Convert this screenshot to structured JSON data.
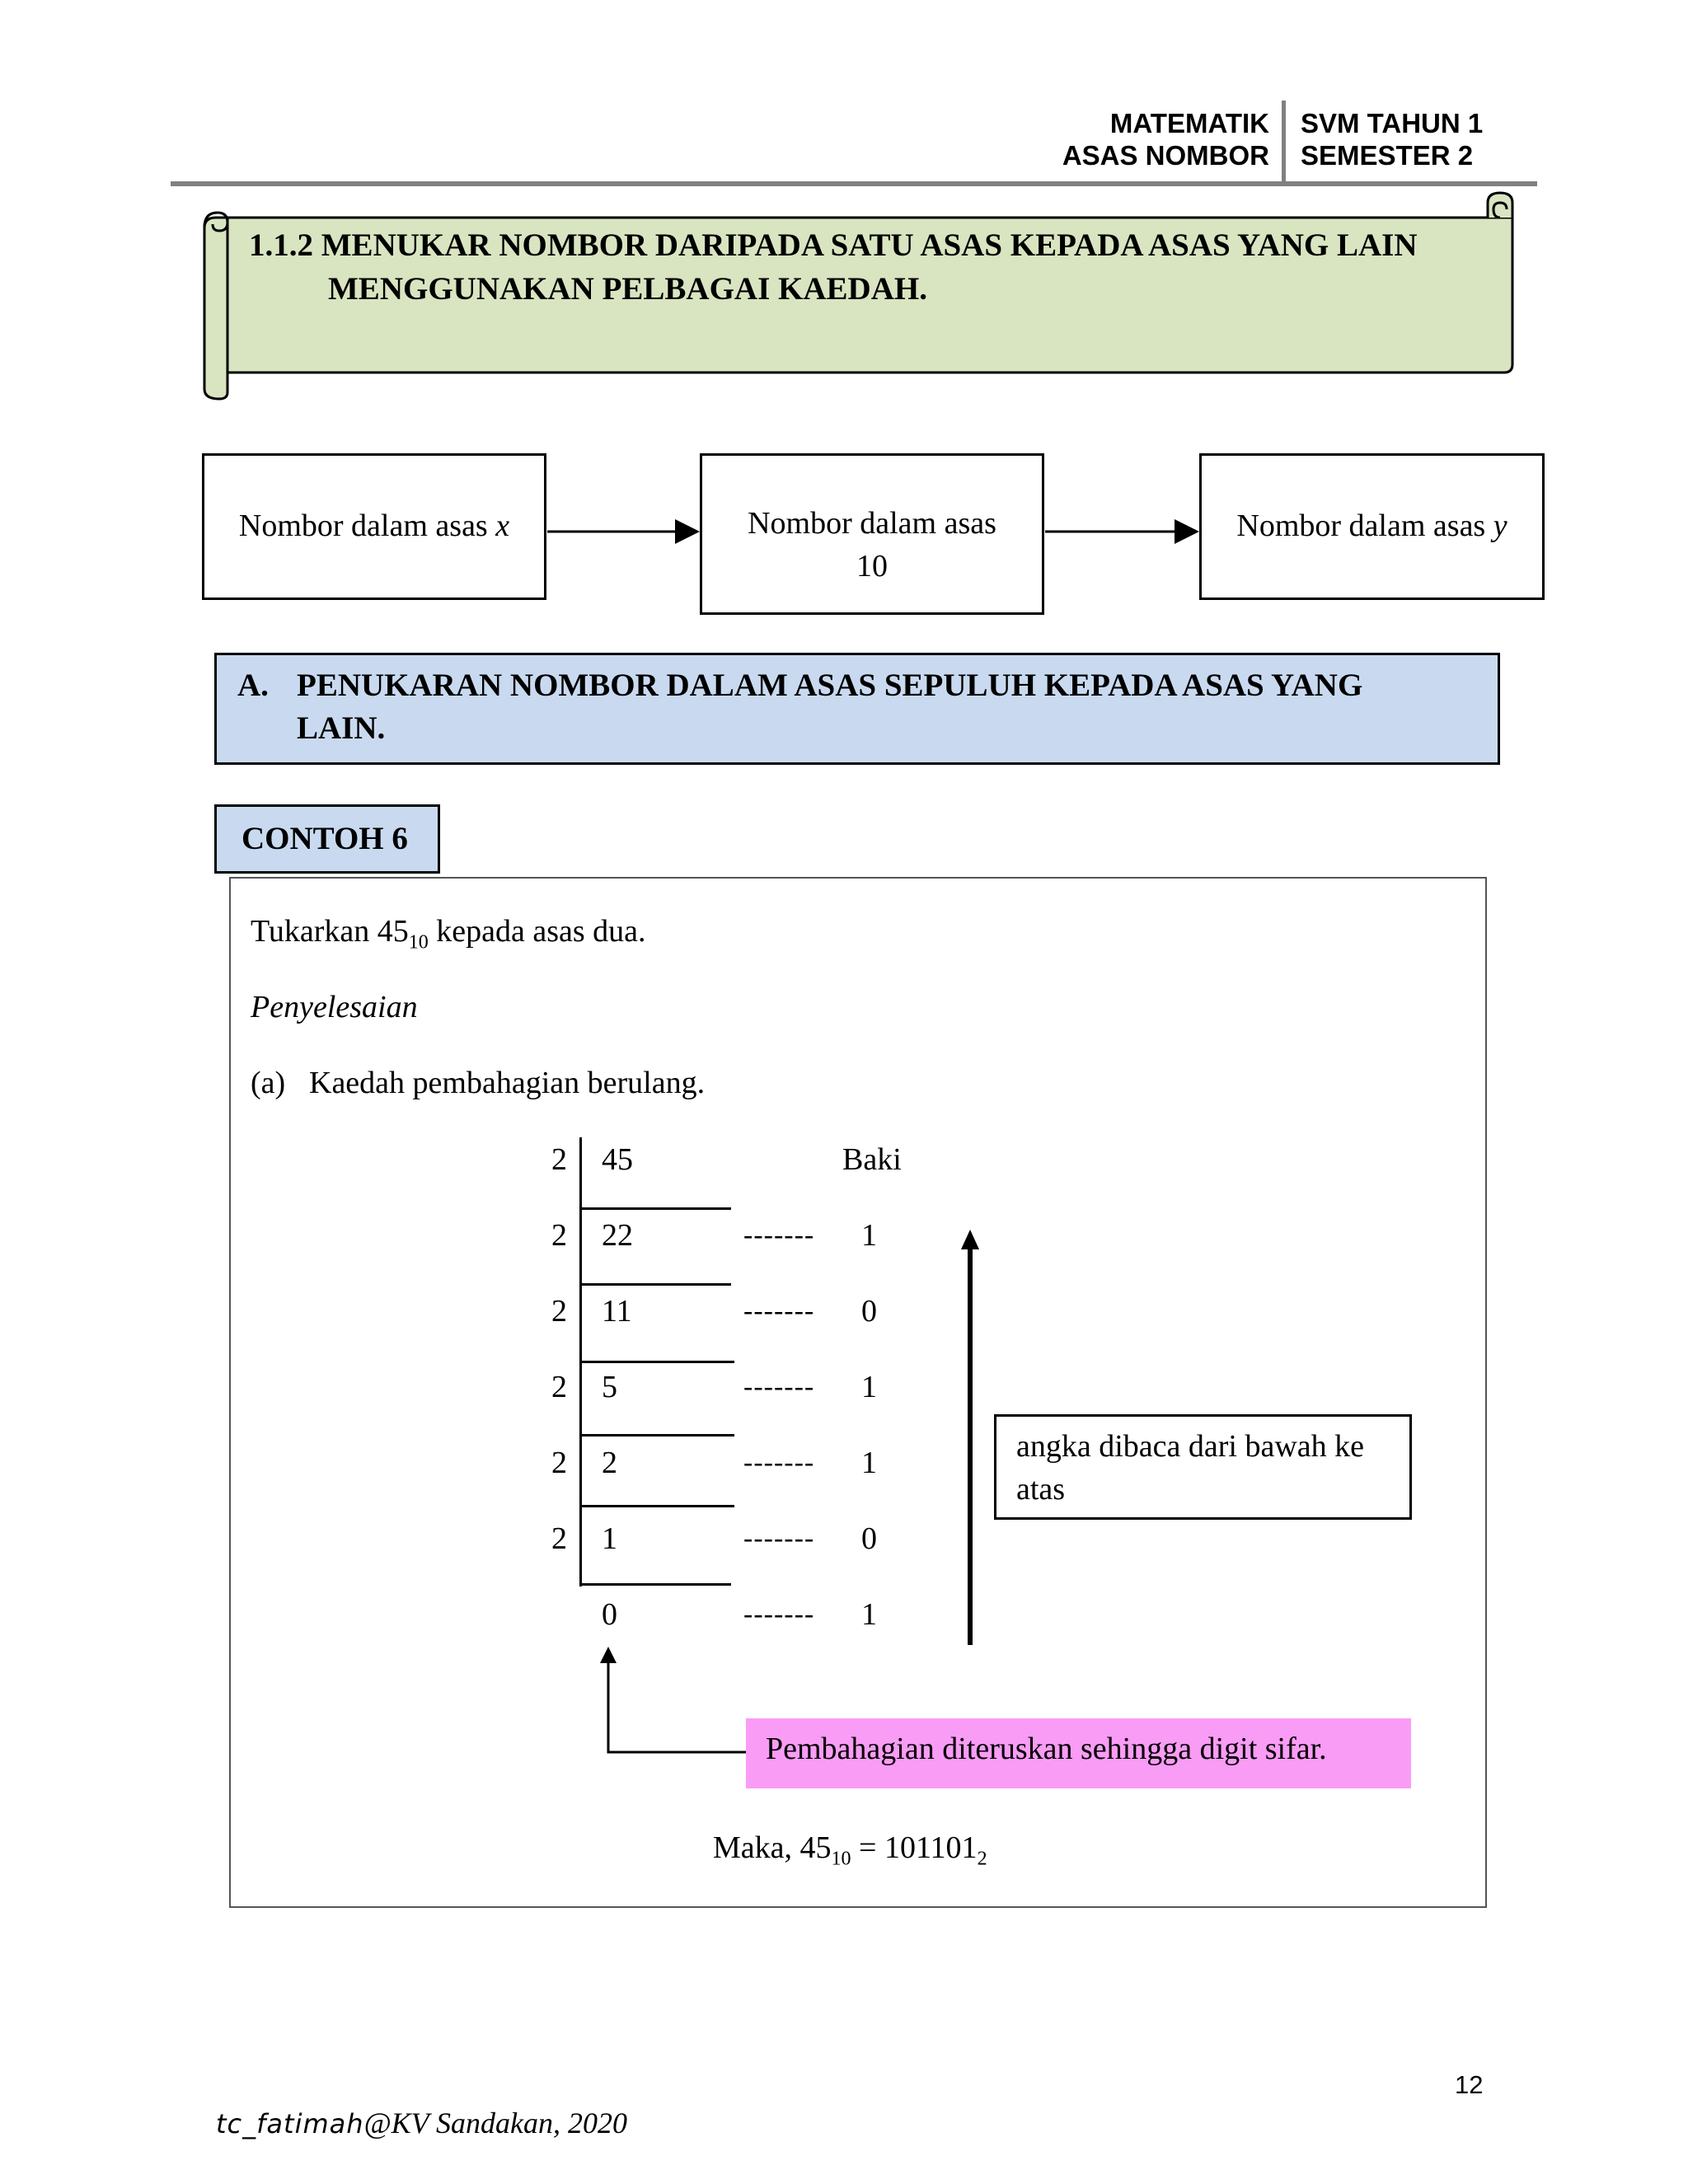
{
  "header": {
    "subject": "MATEMATIK",
    "topic": "ASAS NOMBOR",
    "course": "SVM TAHUN 1",
    "semester": "SEMESTER 2"
  },
  "banner": {
    "line1": "1.1.2 MENUKAR NOMBOR DARIPADA SATU ASAS KEPADA ASAS YANG LAIN",
    "line2": "MENGGUNAKAN PELBAGAI KAEDAH."
  },
  "flow": {
    "box1": "Nombor dalam asas",
    "box1_var": "x",
    "box2_line1": "Nombor dalam asas",
    "box2_line2": "10",
    "box3": "Nombor dalam asas",
    "box3_var": "y"
  },
  "section": {
    "label": "A.",
    "line1": "PENUKARAN NOMBOR DALAM ASAS SEPULUH KEPADA ASAS YANG",
    "line2": "LAIN."
  },
  "example": {
    "tab": "CONTOH 6",
    "question_pre": "Tukarkan 45",
    "question_sub": "10",
    "question_post": " kepada asas dua.",
    "solution_label": "Penyelesaian",
    "method_label": "(a)",
    "method_text": "Kaedah pembahagian berulang.",
    "remainder_header": "Baki",
    "divisor": "2",
    "dividends": [
      "45",
      "22",
      "11",
      "5",
      "2",
      "1",
      "0"
    ],
    "dashes": "-------",
    "remainders": [
      "1",
      "0",
      "1",
      "1",
      "0",
      "1"
    ],
    "read_note": "angka dibaca dari bawah ke atas",
    "stop_note": "Pembahagian diteruskan sehingga digit sifar.",
    "answer_pre": "Maka, 45",
    "answer_sub1": "10",
    "answer_mid": " = 101101",
    "answer_sub2": "2"
  },
  "footer": {
    "page_number": "12",
    "author": "tc_fatimah",
    "org": "@KV Sandakan, 2020"
  },
  "colors": {
    "banner_fill": "#d9e4c1",
    "section_fill": "#c9daf0",
    "stop_note_fill": "#f99cf5",
    "header_rule": "#808080"
  }
}
